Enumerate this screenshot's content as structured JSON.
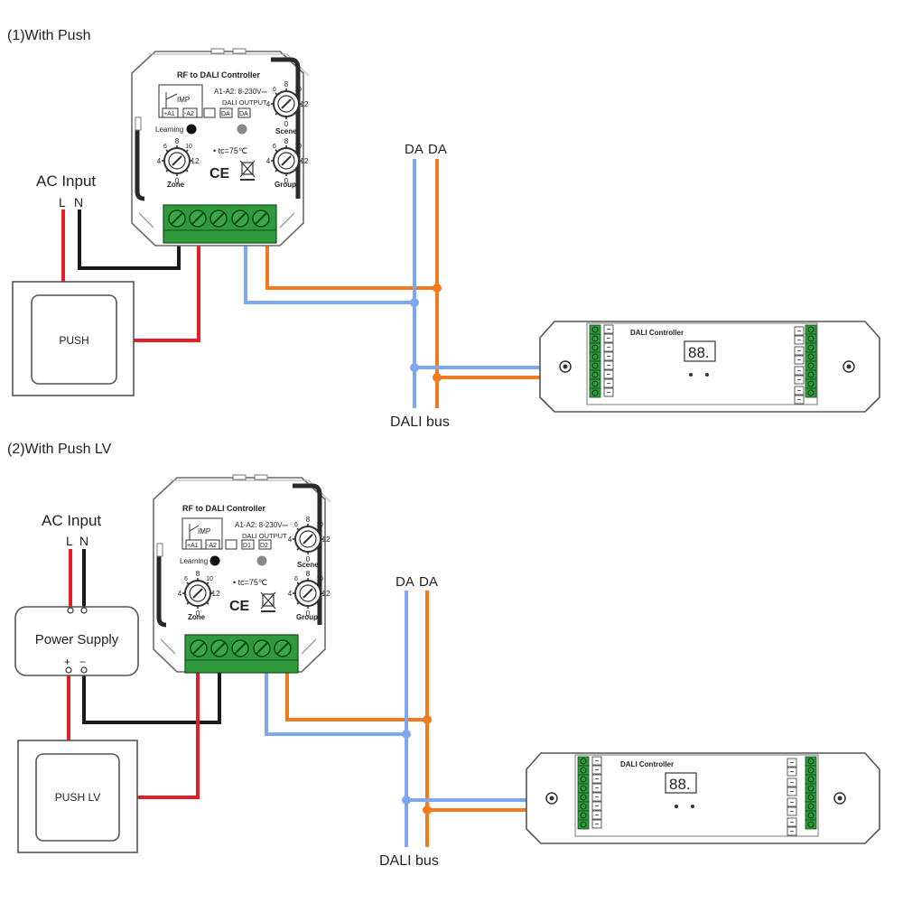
{
  "colors": {
    "red": "#e31e24",
    "black": "#1a1a1a",
    "blue": "#7fa6f0",
    "orange": "#f07a1e",
    "terminal_green": "#2f9a3b",
    "outline": "#6a6a6a"
  },
  "section1": {
    "heading": "(1)With Push",
    "controller": {
      "title": "RF to DALI Controller",
      "imp": "IMP",
      "spec": "A1-A2: 8-230V⎓",
      "dali_output": "DALI OUTPUT",
      "t1": "+A1",
      "t2": "-A2",
      "t3": "DA",
      "t4": "DA",
      "learning": "Learning",
      "tc": "• tc=75℃",
      "ce": "CE",
      "zone": "Zone",
      "group": "Group",
      "scene": "Scene"
    },
    "ac_input": "AC Input",
    "l": "L",
    "n": "N",
    "push_label": "PUSH",
    "da_left": "DA",
    "da_right": "DA",
    "bus_label": "DALI bus",
    "dali_box_title": "DALI Controller",
    "display": "88."
  },
  "section2": {
    "heading": "(2)With Push LV",
    "controller": {
      "title": "RF to DALI Controller",
      "imp": "IMP",
      "spec": "A1-A2: 8-230V⎓",
      "dali_output": "DALI OUTPUT",
      "t1": "+A1",
      "t2": "-A2",
      "t3": "D1",
      "t4": "D2",
      "learning": "Learning",
      "tc": "• tc=75℃",
      "ce": "CE",
      "zone": "Zone",
      "group": "Group",
      "scene": "Scene"
    },
    "ac_input": "AC Input",
    "l": "L",
    "n": "N",
    "power_supply": "Power Supply",
    "plus": "+",
    "minus": "−",
    "push_label": "PUSH LV",
    "da_left": "DA",
    "da_right": "DA",
    "bus_label": "DALI bus",
    "dali_box_title": "DALI Controller",
    "display": "88."
  }
}
